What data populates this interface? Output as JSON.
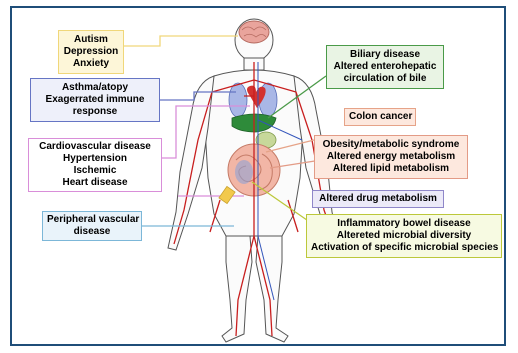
{
  "boxes": {
    "neuro": {
      "lines": [
        "Autism",
        "Depression",
        "Anxiety"
      ],
      "fill": "#fdf6d8",
      "border": "#f0d77a"
    },
    "asthma": {
      "lines": [
        "Asthma/atopy",
        "Exagerrated immune",
        "response"
      ],
      "fill": "#eef0fa",
      "border": "#6675c4"
    },
    "cardio": {
      "lines": [
        "Cardiovascular disease",
        "Hypertension",
        "Ischemic",
        "Heart disease"
      ],
      "fill": "#ffffff",
      "border": "#d98ed9"
    },
    "peripheral": {
      "lines": [
        "Peripheral vascular",
        "disease"
      ],
      "fill": "#e9f3fa",
      "border": "#7cb7d8"
    },
    "biliary": {
      "lines": [
        "Biliary disease",
        "Altered enterohepatic",
        "circulation of bile"
      ],
      "fill": "#e9f4e4",
      "border": "#4a9a48"
    },
    "colon": {
      "lines": [
        "Colon cancer"
      ],
      "fill": "#fde8de",
      "border": "#e6a388"
    },
    "obesity": {
      "lines": [
        "Obesity/metabolic syndrome",
        "Altered energy metabolism",
        "Altered lipid metabolism"
      ],
      "fill": "#fde8de",
      "border": "#e39b86"
    },
    "drug": {
      "lines": [
        "Altered drug metabolism"
      ],
      "fill": "#eceaf8",
      "border": "#8f87c9"
    },
    "ibd": {
      "lines": [
        "Inflammatory bowel disease",
        "Altereted microbial diversity",
        "Activation of specific microbial species"
      ],
      "fill": "#f7fae2",
      "border": "#bcc83a"
    }
  },
  "colors": {
    "frame": "#1f4e79",
    "artery": "#c81e1e",
    "vein": "#3355bb",
    "liver": "#2e8b3a",
    "organ": "#f2b6a6"
  }
}
